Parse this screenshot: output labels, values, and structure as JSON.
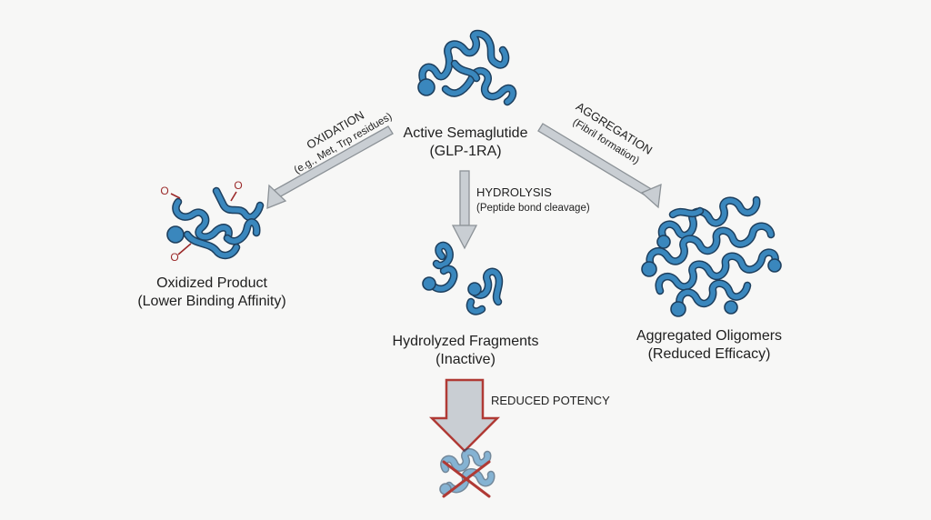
{
  "colors": {
    "background": "#f7f7f6",
    "protein_fill": "#3a87bd",
    "protein_outline": "#1d3f5e",
    "arrow_fill": "#c9ced3",
    "arrow_outline": "#8c9297",
    "warning_red": "#b03a35",
    "oxygen_red": "#9b2a2a"
  },
  "center": {
    "title": "Active Semaglutide",
    "subtitle": "(GLP-1RA)"
  },
  "pathways": {
    "oxidation": {
      "label": "OXIDATION",
      "detail": "(e.g., Met, Trp residues)",
      "product_title": "Oxidized Product",
      "product_subtitle": "(Lower Binding Affinity)",
      "marker": "O"
    },
    "hydrolysis": {
      "label": "HYDROLYSIS",
      "detail": "(Peptide bond cleavage)",
      "product_title": "Hydrolyzed Fragments",
      "product_subtitle": "(Inactive)"
    },
    "aggregation": {
      "label": "AGGREGATION",
      "detail": "(Fibril formation)",
      "product_title": "Aggregated Oligomers",
      "product_subtitle": "(Reduced Efficacy)"
    }
  },
  "outcome": {
    "label": "REDUCED POTENCY",
    "icon": "crossed-out-protein-icon"
  }
}
